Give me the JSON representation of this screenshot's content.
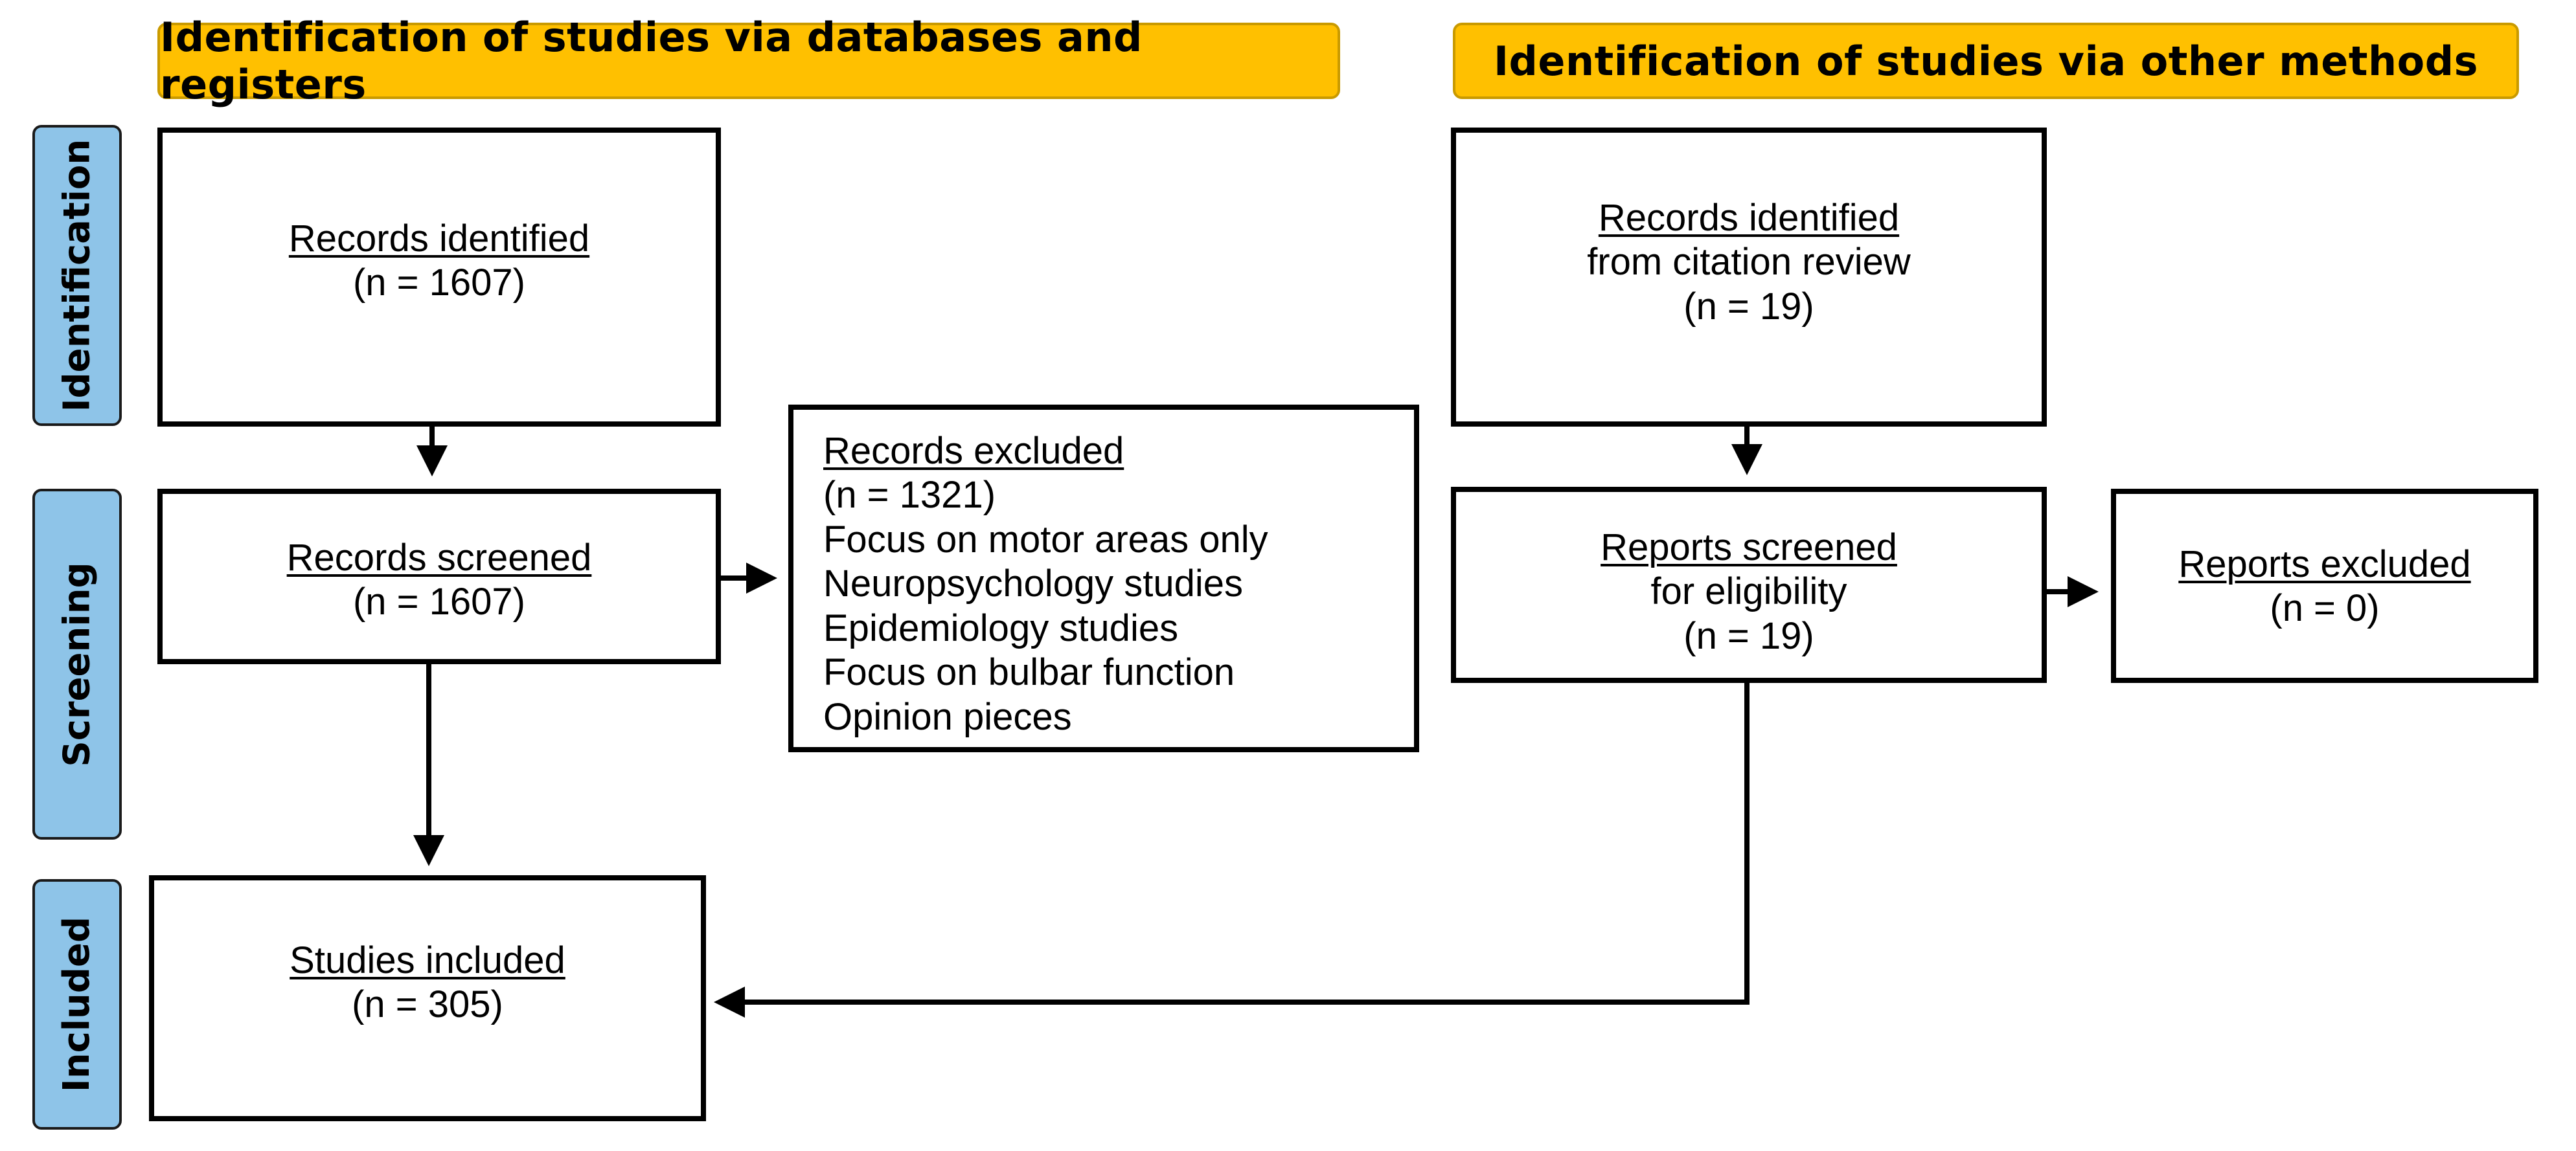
{
  "headers": {
    "databases": "Identification of studies via databases and registers",
    "other": "Identification of studies via other methods"
  },
  "phases": {
    "identification": "Identification",
    "screening": "Screening",
    "included": "Included"
  },
  "boxes": {
    "records_identified": {
      "title": "Records identified",
      "count": "(n = 1607)"
    },
    "records_screened": {
      "title": "Records screened",
      "count": "(n = 1607)"
    },
    "records_excluded": {
      "title": "Records excluded",
      "count": "(n = 1321)",
      "reasons": [
        "Focus on motor areas only",
        "Neuropsychology studies",
        "Epidemiology studies",
        "Focus on bulbar function",
        "Opinion pieces"
      ]
    },
    "studies_included": {
      "title": "Studies included",
      "count": "(n = 305)"
    },
    "citation_records": {
      "title": "Records identified",
      "subtitle": "from citation review",
      "count": "(n = 19)"
    },
    "reports_screened": {
      "title": "Reports screened",
      "subtitle": "for eligibility",
      "count": "(n = 19)"
    },
    "reports_excluded": {
      "title": "Reports excluded",
      "count": "(n = 0)"
    }
  },
  "colors": {
    "header_fill": "#FFC000",
    "phase_fill": "#8EC4E8",
    "line": "#000000"
  }
}
